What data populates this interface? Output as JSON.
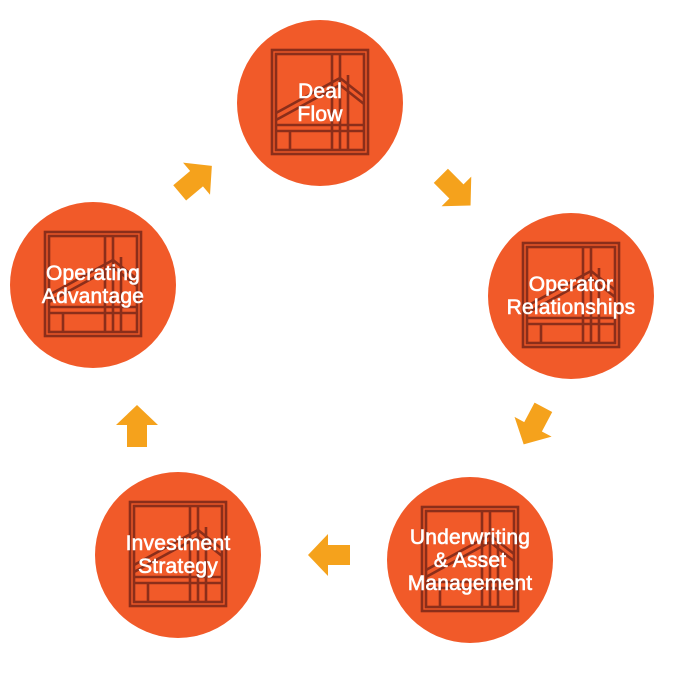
{
  "colors": {
    "node_fill": "#F15A29",
    "icon_stroke": "#8B2E1A",
    "arrow": "#F5A21C",
    "label": "#FFFFFF"
  },
  "nodes": [
    {
      "id": "deal-flow",
      "icon": "building-frame-icon",
      "lines": [
        "Deal",
        "Flow"
      ]
    },
    {
      "id": "operator-relationships",
      "icon": "building-frame-icon",
      "lines": [
        "Operator",
        "Relationships"
      ]
    },
    {
      "id": "underwriting-asset-management",
      "icon": "building-frame-icon",
      "lines": [
        "Underwriting",
        "& Asset",
        "Management"
      ]
    },
    {
      "id": "investment-strategy",
      "icon": "building-frame-icon",
      "lines": [
        "Investment",
        "Strategy"
      ]
    },
    {
      "id": "operating-advantage",
      "icon": "building-frame-icon",
      "lines": [
        "Operating",
        "Advantage"
      ]
    }
  ],
  "arrows": [
    {
      "from": "deal-flow",
      "to": "operator-relationships"
    },
    {
      "from": "operator-relationships",
      "to": "underwriting-asset-management"
    },
    {
      "from": "underwriting-asset-management",
      "to": "investment-strategy"
    },
    {
      "from": "investment-strategy",
      "to": "operating-advantage"
    },
    {
      "from": "operating-advantage",
      "to": "deal-flow"
    }
  ]
}
